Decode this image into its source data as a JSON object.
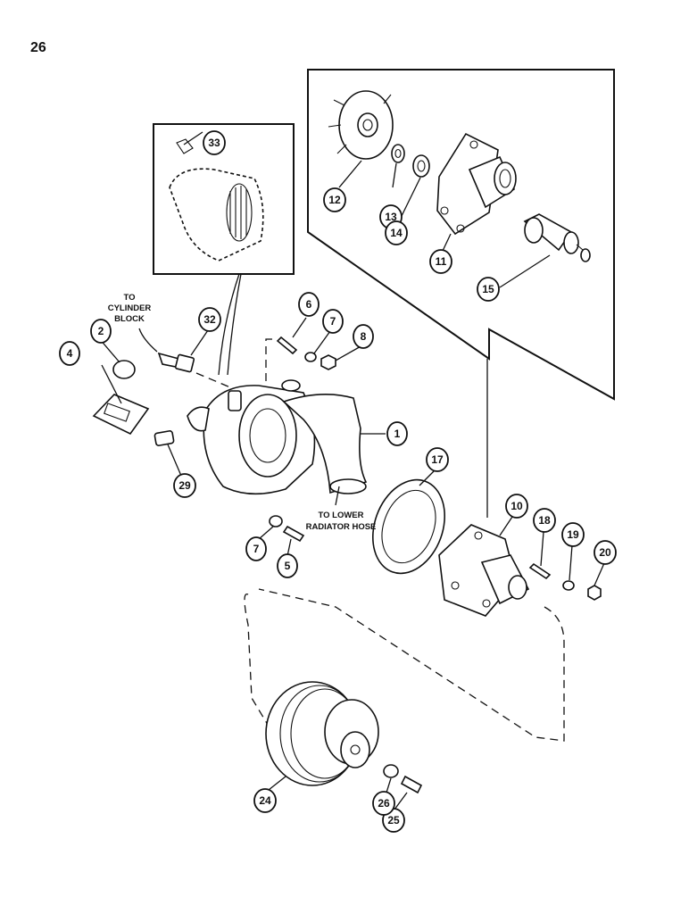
{
  "page": {
    "number": "26"
  },
  "notes": {
    "to_cylinder_block": [
      "TO",
      "CYLINDER",
      "BLOCK"
    ],
    "to_lower_radiator_hose": [
      "TO LOWER",
      "RADIATOR HOSE"
    ]
  },
  "callouts": {
    "c1": "1",
    "c2": "2",
    "c4": "4",
    "c5": "5",
    "c6": "6",
    "c7a": "7",
    "c7b": "7",
    "c8": "8",
    "c10": "10",
    "c11": "11",
    "c12": "12",
    "c13": "13",
    "c14": "14",
    "c15": "15",
    "c17": "17",
    "c18": "18",
    "c19": "19",
    "c20": "20",
    "c24": "24",
    "c25": "25",
    "c26": "26",
    "c29": "29",
    "c32": "32",
    "c33": "33"
  }
}
